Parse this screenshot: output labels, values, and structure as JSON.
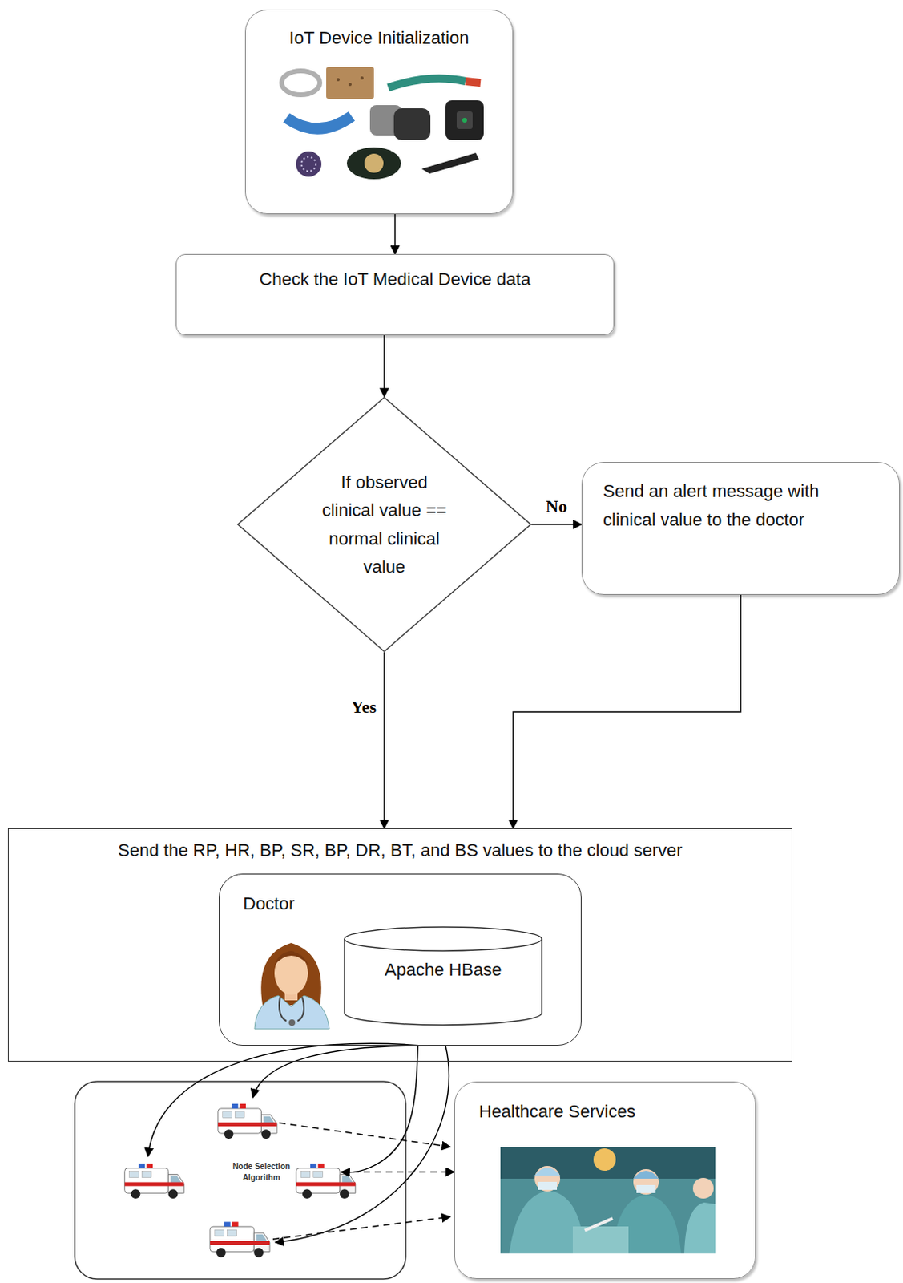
{
  "diagram": {
    "nodes": [
      {
        "text": [
          "IoT Device Initialization"
        ]
      },
      {
        "text": [
          "Check the IoT Medical Device data"
        ]
      },
      {
        "text": [
          "If observed clinical value == normal clinical value"
        ]
      },
      {
        "text": [
          "Send an alert message with clinical value to the doctor"
        ]
      },
      {
        "text": [
          "Send the RP, HR, BP, SR, BP, DR, BT, and BS values to the cloud server"
        ]
      },
      {
        "text": [
          "Doctor"
        ],
        "in": 4
      },
      {
        "text": [
          "Apache HBase"
        ],
        "in": 5
      },
      {
        "text": [
          "Node Selection Algorithm"
        ]
      },
      {
        "text": [
          "Healthcare Services"
        ]
      }
    ],
    "edges": [
      {
        "from": 0,
        "to": 1,
        "arrow": "to"
      },
      {
        "from": 1,
        "to": 2,
        "arrow": "to"
      },
      {
        "from": 2,
        "to": 3,
        "label": "No",
        "arrow": "to"
      },
      {
        "from": 2,
        "to": 4,
        "label": "Yes",
        "arrow": "to"
      },
      {
        "from": 3,
        "to": 4,
        "arrow": "to"
      },
      {
        "from": 5,
        "to": 7,
        "arrow": "to"
      },
      {
        "from": 7,
        "to": 8,
        "arrow": "to"
      }
    ]
  }
}
